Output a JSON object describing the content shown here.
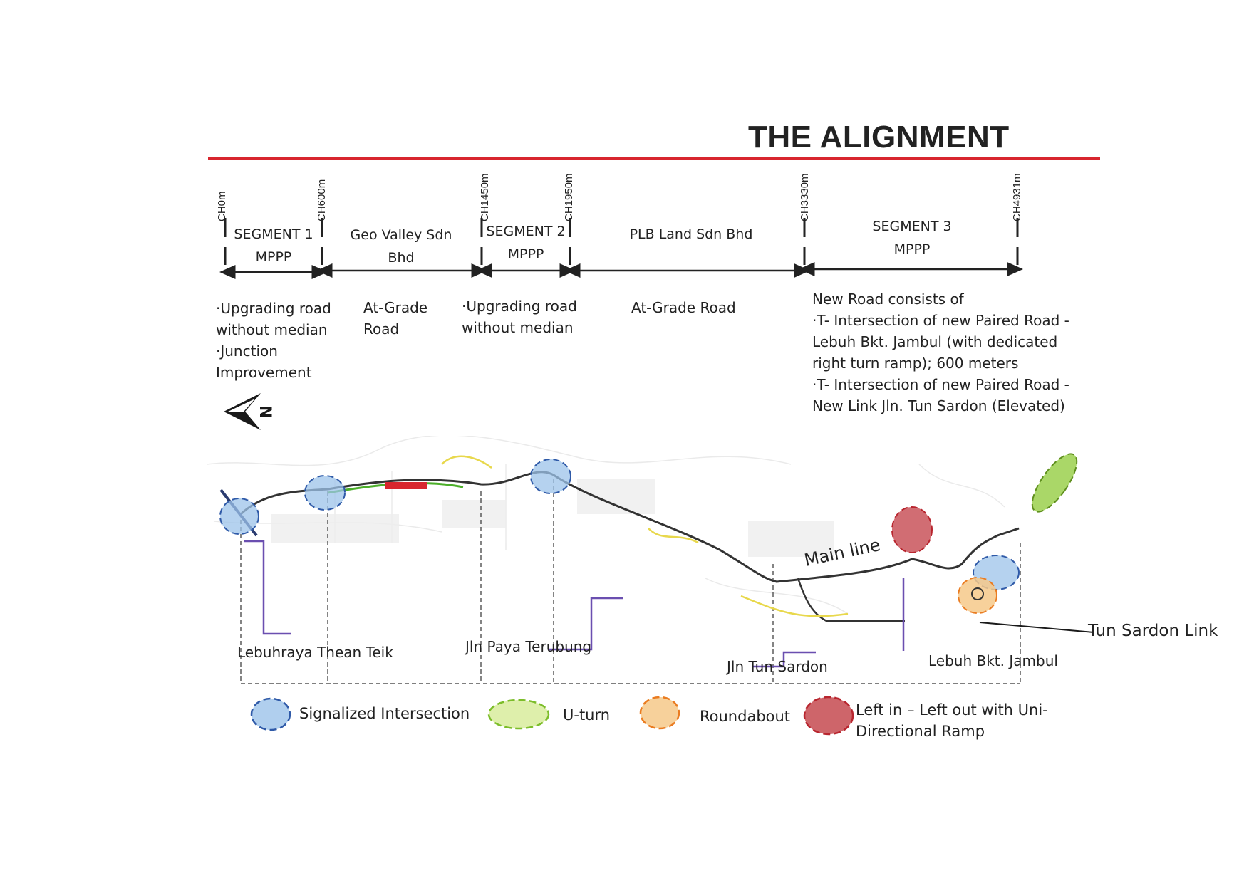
{
  "title": "THE ALIGNMENT",
  "chainages": [
    "CH0m",
    "CH600m",
    "CH1450m",
    "CH1950m",
    "CH3330m",
    "CH4931m"
  ],
  "segments": [
    {
      "line1": "SEGMENT 1",
      "line2": "MPPP"
    },
    {
      "line1": "Geo Valley Sdn",
      "line2": "Bhd"
    },
    {
      "line1": "SEGMENT 2",
      "line2": "MPPP"
    },
    {
      "line1": "PLB Land Sdn Bhd",
      "line2": ""
    },
    {
      "line1": "SEGMENT 3",
      "line2": "MPPP"
    }
  ],
  "descriptions": {
    "d1": [
      "·Upgrading road",
      "without median",
      "·Junction",
      "Improvement"
    ],
    "d2": [
      "At-Grade",
      "Road"
    ],
    "d3": [
      "·Upgrading road",
      "without median"
    ],
    "d4": [
      "At-Grade Road"
    ],
    "d5": [
      "New Road consists of",
      "·T- Intersection of new Paired Road -",
      "Lebuh Bkt. Jambul (with dedicated",
      "right turn ramp); 600 meters",
      "·T- Intersection of new Paired Road -",
      "New Link Jln. Tun Sardon (Elevated)"
    ]
  },
  "north_label": "N",
  "map_labels": {
    "main_line": "Main line",
    "tun_sardon_link": "Tun Sardon Link",
    "lebuhraya": "Lebuhraya Thean Teik",
    "paya_terubung": "Jln Paya Terubung",
    "tun_sardon": "Jln Tun Sardon",
    "bkt_jambul": "Lebuh Bkt. Jambul"
  },
  "legend": [
    {
      "label": "Signalized Intersection",
      "color": "#9cc3ea",
      "stroke": "#2f5aa8"
    },
    {
      "label": "U-turn",
      "color": "#d8ec9c",
      "stroke": "#7cbd2a"
    },
    {
      "label": "Roundabout",
      "color": "#f6c98a",
      "stroke": "#ea7c21"
    },
    {
      "label": "Left in – Left out with Uni-",
      "label2": "Directional Ramp",
      "color": "#c9545a",
      "stroke": "#b8252e"
    }
  ]
}
